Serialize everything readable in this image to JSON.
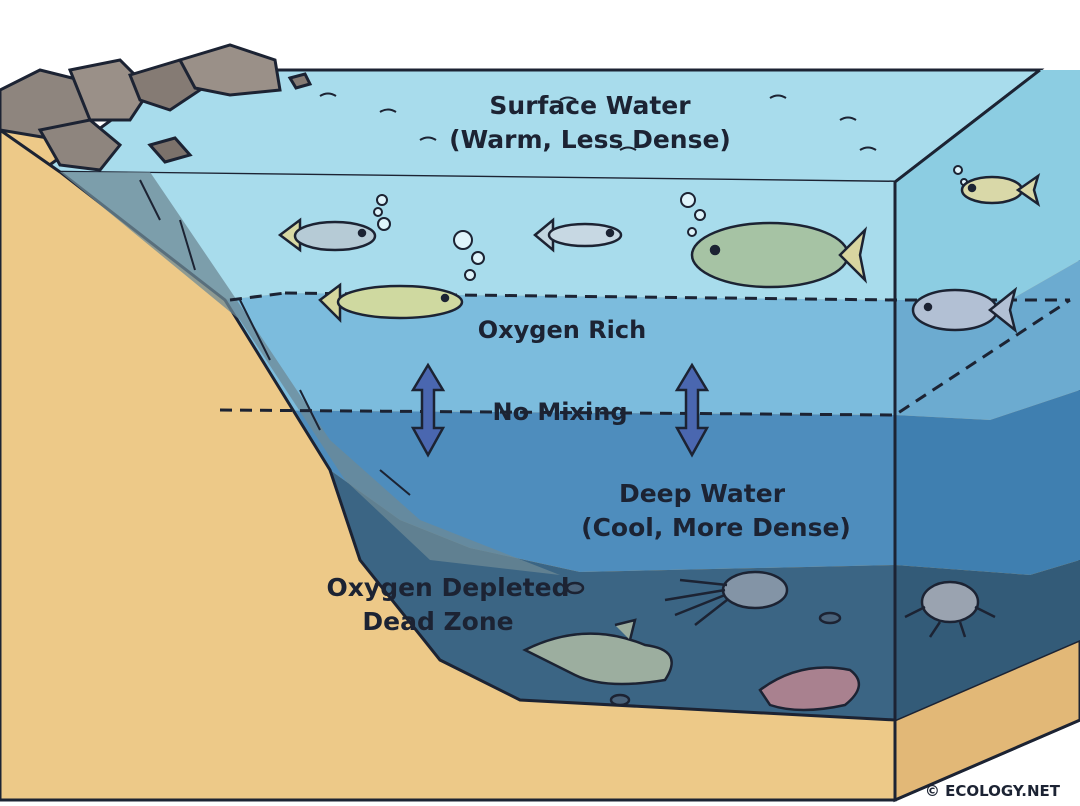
{
  "labels": {
    "surface_line1": "Surface Water",
    "surface_line2": "(Warm, Less Dense)",
    "oxygen_rich": "Oxygen Rich",
    "no_mixing": "No Mixing",
    "deep_line1": "Deep Water",
    "deep_line2": "(Cool, More Dense)",
    "dead_zone_line1": "Oxygen Depleted",
    "dead_zone_line2": "Dead Zone"
  },
  "credit": "© ECOLOGY.NET",
  "colors": {
    "surface_water": "#a8dcec",
    "oxygen_rich_water": "#7cbcdd",
    "deep_water": "#4e8dbd",
    "dead_zone_water": "#3b6584",
    "sand": "#edc988",
    "rock": "#9a9088",
    "arrow": "#4a67b0",
    "outline": "#1c2333"
  }
}
